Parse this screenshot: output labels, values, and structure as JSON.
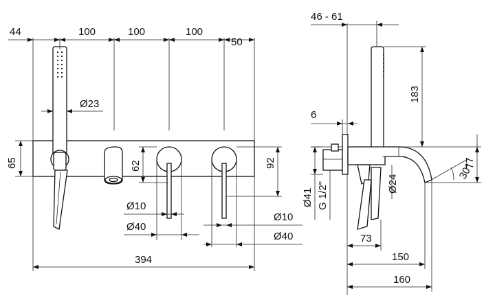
{
  "front_view": {
    "dims": {
      "d44": "44",
      "d100a": "100",
      "d100b": "100",
      "d100c": "100",
      "d50": "50",
      "dia23": "Ø23",
      "d65": "65",
      "d62": "62",
      "d92": "92",
      "dia10_left": "Ø10",
      "dia40_left": "Ø40",
      "dia10_right": "Ø10",
      "dia40_right": "Ø40",
      "total": "394"
    }
  },
  "side_view": {
    "dims": {
      "d46_61": "46 - 61",
      "d183": "183",
      "d6": "6",
      "d77": "77",
      "angle": "30°",
      "dia24": "Ø24",
      "dia41": "Ø41",
      "thread": "G 1/2\"",
      "d73": "73",
      "d150": "150",
      "d160": "160"
    }
  }
}
